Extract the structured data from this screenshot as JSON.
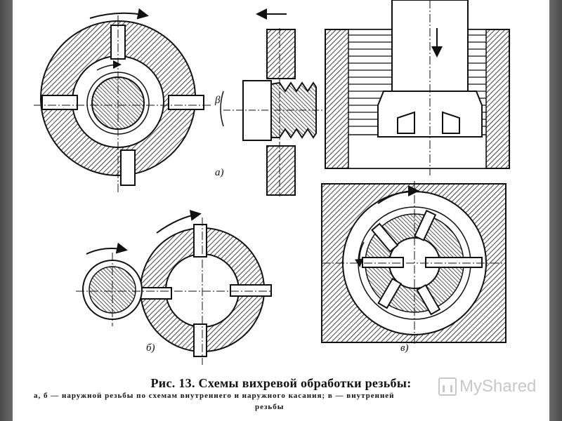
{
  "labels": {
    "a": "а)",
    "b": "б)",
    "v": "в)",
    "beta": "β"
  },
  "caption": {
    "title": "Рис. 13. Схемы вихревой обработки резьбы:",
    "body": "а, б — наружной резьбы по схемам внутреннего и наружного касания; в — внутренней",
    "body_tail": "резьбы"
  },
  "watermark": "MyShared",
  "colors": {
    "ink": "#111111",
    "background": "#ffffff",
    "frame": "#5a5a5a"
  }
}
